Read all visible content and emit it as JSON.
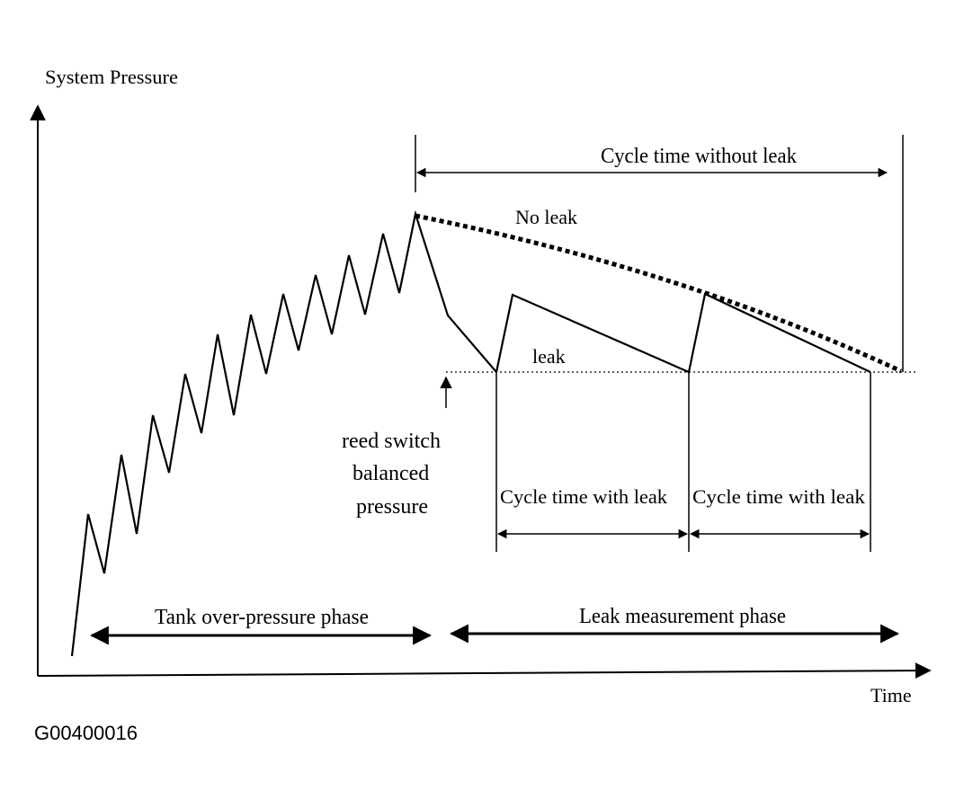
{
  "axes": {
    "y_label": "System Pressure",
    "x_label": "Time"
  },
  "annotations": {
    "cycle_without_leak": "Cycle time without leak",
    "no_leak": "No leak",
    "leak": "leak",
    "reed_switch_line1": "reed switch",
    "reed_switch_line2": "balanced",
    "reed_switch_line3": "pressure",
    "cycle_with_leak_1": "Cycle time with leak",
    "cycle_with_leak_2": "Cycle time with leak",
    "tank_phase": "Tank over-pressure phase",
    "leak_phase": "Leak measurement phase"
  },
  "figure_id": "G00400016"
}
